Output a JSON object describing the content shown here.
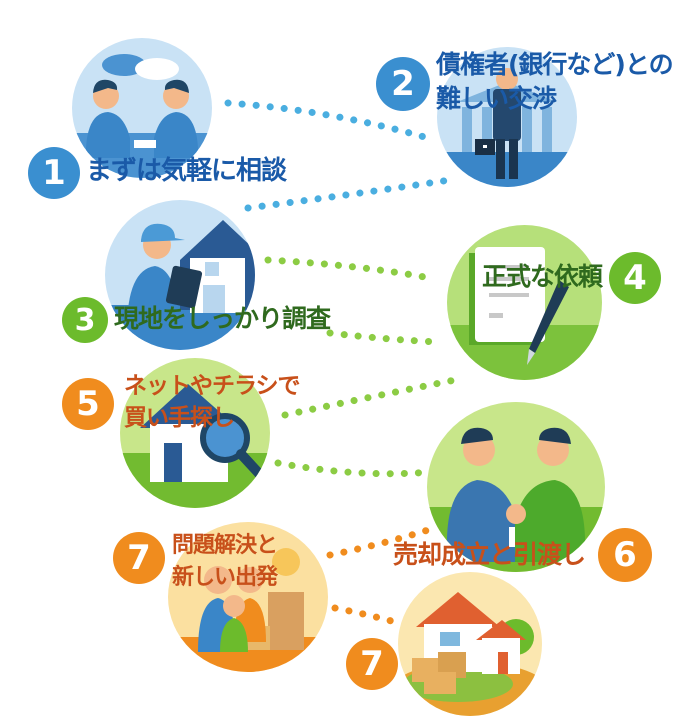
{
  "colors": {
    "blue_dark": "#1a5aa8",
    "blue_badge": "#3a8fd0",
    "blue_dot": "#4aaee0",
    "green_badge": "#6cbb2c",
    "green_dot": "#8ccc44",
    "green_text": "#2f6a1e",
    "orange_badge": "#f08c1e",
    "orange_text": "#c8501a"
  },
  "steps": [
    {
      "number": "1",
      "label_lines": [
        "まずは気軽に相談"
      ],
      "theme": "blue",
      "illustration": "consultation-two-people-talking"
    },
    {
      "number": "2",
      "label_lines": [
        "債権者(銀行など)との",
        "難しい交渉"
      ],
      "theme": "blue",
      "illustration": "businessman-with-briefcase-bank"
    },
    {
      "number": "3",
      "label_lines": [
        "現地をしっかり調査"
      ],
      "theme": "green",
      "illustration": "inspector-with-clipboard-house"
    },
    {
      "number": "4",
      "label_lines": [
        "正式な依頼"
      ],
      "theme": "green",
      "illustration": "document-and-pen"
    },
    {
      "number": "5",
      "label_lines": [
        "ネットやチラシで",
        "買い手探し"
      ],
      "theme": "orange",
      "illustration": "house-with-magnifier-globe"
    },
    {
      "number": "6",
      "label_lines": [
        "売却成立と引渡し"
      ],
      "theme": "orange",
      "illustration": "handshake-key-handover"
    },
    {
      "number": "7",
      "label_lines": [
        "問題解決と",
        "新しい出発"
      ],
      "theme": "orange",
      "illustration": "family-with-boxes"
    },
    {
      "number": "7",
      "label_lines": [],
      "theme": "orange",
      "illustration": "house-with-boxes"
    }
  ]
}
